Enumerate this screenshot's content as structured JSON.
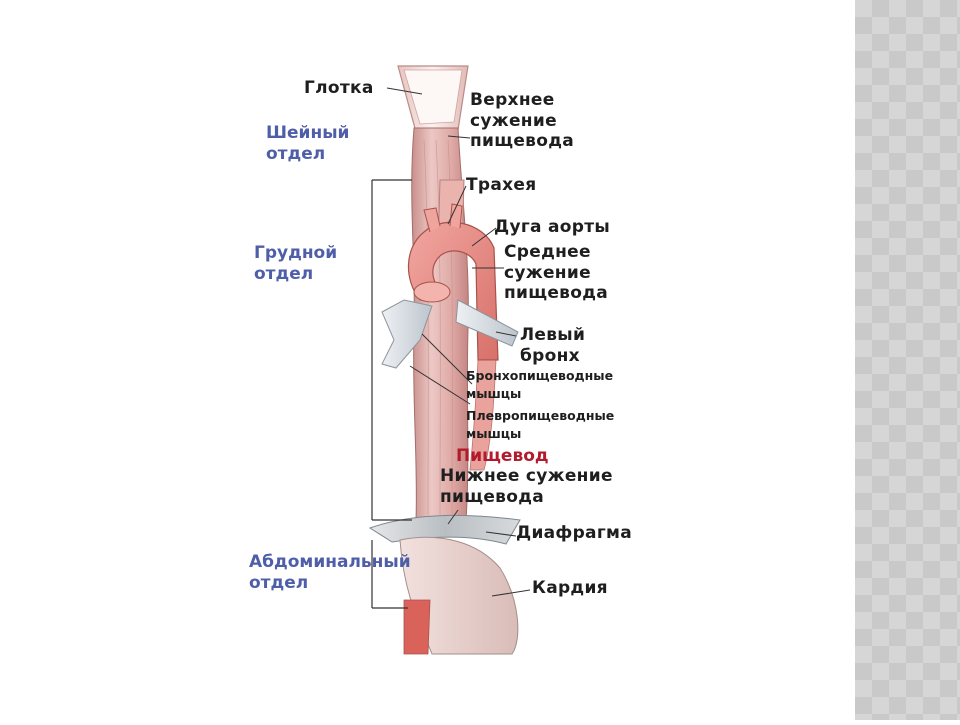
{
  "labels": {
    "pharynx": "Глотка",
    "upper_constriction": "Верхнее\nсужение\nпищевода",
    "trachea": "Трахея",
    "aortic_arch": "Дуга аорты",
    "middle_constriction": "Среднее\nсужение\nпищевода",
    "left_bronchus": "Левый\nбронх",
    "bronchoesophageal": "Бронхопищеводные\nмышцы",
    "pleuroesophageal": "Плевропищеводные\nмышцы",
    "esophagus": "Пищевод",
    "lower_constriction": "Нижнее сужение\nпищевода",
    "diaphragm": "Диафрагма",
    "cardia": "Кардия"
  },
  "sections": {
    "cervical": "Шейный\nотдел",
    "thoracic": "Грудной\nотдел",
    "abdominal": "Абдоминальный\nотдел"
  },
  "colors": {
    "section_text": "#4f5ea8",
    "esophagus_label": "#b31b2c",
    "muscle_pink": "#e3b3b0",
    "aorta_red": "#e3847e",
    "bronchus_gray": "#d8dde2",
    "diaphragm_gray": "#c9cccf"
  }
}
